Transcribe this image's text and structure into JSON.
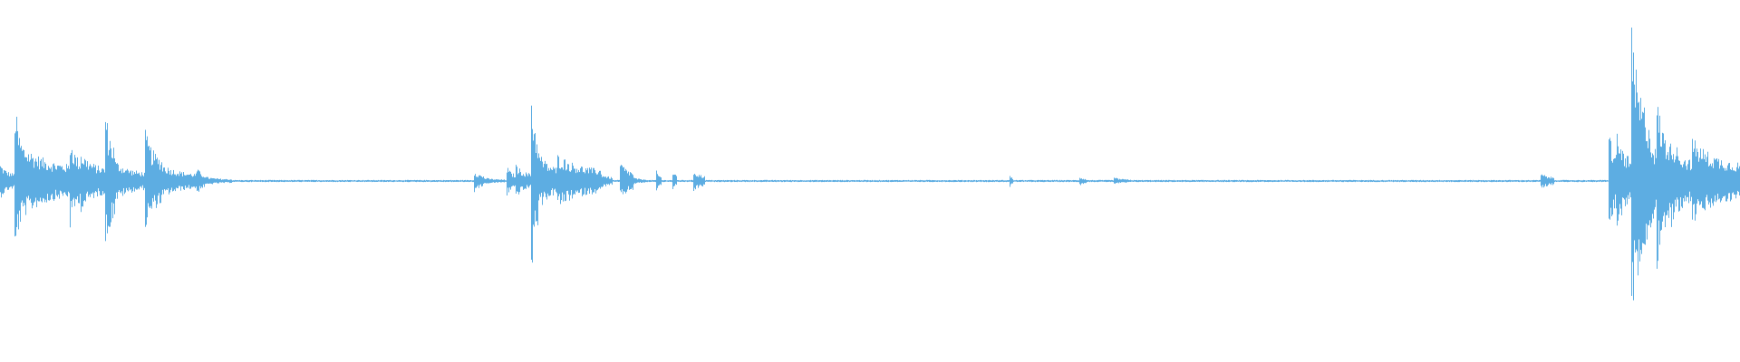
{
  "waveform": {
    "color": "#5dade2",
    "background": "#ffffff",
    "amplitude_range": [
      -1,
      1
    ],
    "timeline_range": [
      0,
      1
    ],
    "baseline_level": 0.006,
    "segments": [
      {
        "start": 0.0,
        "end": 0.008,
        "level": 0.1
      },
      {
        "start": 0.008,
        "end": 0.012,
        "level": 0.55
      },
      {
        "start": 0.012,
        "end": 0.04,
        "level": 0.22
      },
      {
        "start": 0.04,
        "end": 0.046,
        "level": 0.28
      },
      {
        "start": 0.046,
        "end": 0.06,
        "level": 0.18
      },
      {
        "start": 0.06,
        "end": 0.066,
        "level": 0.46
      },
      {
        "start": 0.066,
        "end": 0.083,
        "level": 0.12
      },
      {
        "start": 0.083,
        "end": 0.093,
        "level": 0.3
      },
      {
        "start": 0.093,
        "end": 0.113,
        "level": 0.1
      },
      {
        "start": 0.113,
        "end": 0.118,
        "level": 0.08
      },
      {
        "start": 0.118,
        "end": 0.133,
        "level": 0.025
      },
      {
        "start": 0.272,
        "end": 0.278,
        "level": 0.07
      },
      {
        "start": 0.278,
        "end": 0.29,
        "level": 0.02
      },
      {
        "start": 0.291,
        "end": 0.296,
        "level": 0.09
      },
      {
        "start": 0.296,
        "end": 0.305,
        "level": 0.1
      },
      {
        "start": 0.305,
        "end": 0.309,
        "level": 0.6
      },
      {
        "start": 0.309,
        "end": 0.32,
        "level": 0.18
      },
      {
        "start": 0.32,
        "end": 0.345,
        "level": 0.16
      },
      {
        "start": 0.345,
        "end": 0.352,
        "level": 0.05
      },
      {
        "start": 0.356,
        "end": 0.364,
        "level": 0.12
      },
      {
        "start": 0.364,
        "end": 0.372,
        "level": 0.02
      },
      {
        "start": 0.377,
        "end": 0.38,
        "level": 0.06
      },
      {
        "start": 0.386,
        "end": 0.389,
        "level": 0.07
      },
      {
        "start": 0.398,
        "end": 0.405,
        "level": 0.07
      },
      {
        "start": 0.58,
        "end": 0.582,
        "level": 0.04
      },
      {
        "start": 0.62,
        "end": 0.624,
        "level": 0.03
      },
      {
        "start": 0.64,
        "end": 0.65,
        "level": 0.02
      },
      {
        "start": 0.885,
        "end": 0.893,
        "level": 0.05
      },
      {
        "start": 0.924,
        "end": 0.929,
        "level": 0.35
      },
      {
        "start": 0.929,
        "end": 0.937,
        "level": 0.3
      },
      {
        "start": 0.937,
        "end": 0.947,
        "level": 0.92
      },
      {
        "start": 0.947,
        "end": 0.952,
        "level": 0.4
      },
      {
        "start": 0.952,
        "end": 0.96,
        "level": 0.5
      },
      {
        "start": 0.96,
        "end": 0.972,
        "level": 0.28
      },
      {
        "start": 0.972,
        "end": 1.0,
        "level": 0.25
      }
    ]
  }
}
